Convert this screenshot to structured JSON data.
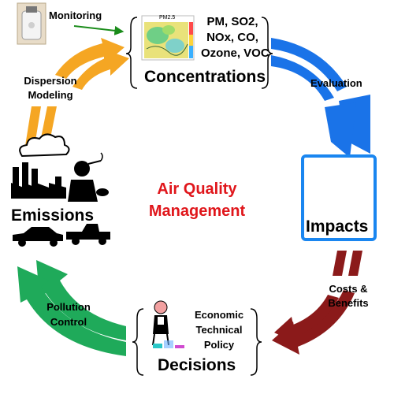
{
  "center_title": [
    "Air Quality",
    "Management"
  ],
  "nodes": {
    "concentrations": {
      "label": "Concentrations",
      "pollutants": [
        "PM, SO2,",
        "NOx, CO,",
        "Ozone, VOC"
      ]
    },
    "impacts": {
      "label": "Impacts"
    },
    "decisions": {
      "label": "Decisions",
      "policy_lines": [
        "Economic",
        "Technical",
        "Policy"
      ]
    },
    "emissions": {
      "label": "Emissions"
    }
  },
  "arrow_labels": {
    "monitoring": "Monitoring",
    "dispersion_modeling": [
      "Dispersion",
      "Modeling"
    ],
    "evaluation": "Evaluation",
    "costs_benefits": [
      "Costs &",
      "Benefits"
    ],
    "pollution_control": [
      "Pollution",
      "Control"
    ]
  },
  "map_title": "PM2.5",
  "colors": {
    "orange_arrow": "#f5a623",
    "blue_arrow": "#1a73e8",
    "red_arrow": "#8b1a1a",
    "green_arrow": "#1faa5a",
    "title_red": "#e0161b",
    "monitoring_arrow": "#1a8c1a"
  },
  "icons": [
    "air-monitor-icon",
    "concentration-map-icon",
    "human-lungs-icon",
    "smokestack-factory-icon",
    "smoking-person-icon",
    "car-icon",
    "pickup-truck-icon",
    "businessman-stairs-icon"
  ]
}
